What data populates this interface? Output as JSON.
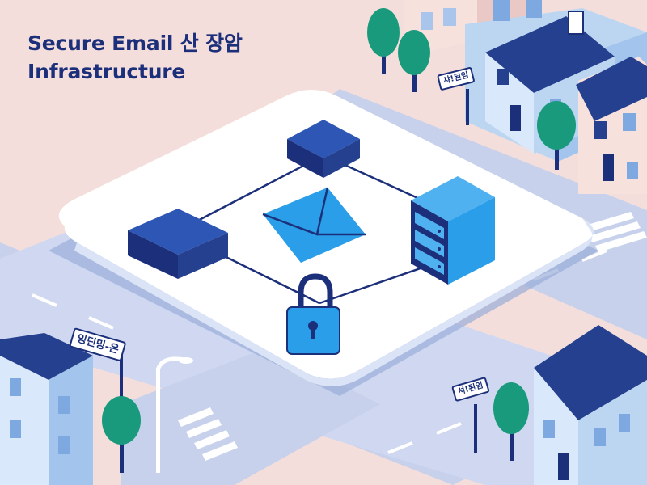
{
  "headline": {
    "line1": "Secure Email 산 장암",
    "line2": "Infrastructure"
  },
  "street_signs": {
    "top_right": "샤!된임",
    "left": "잉딘밍-온",
    "bottom_right": "셔!된임"
  },
  "icons": [
    "envelope-icon",
    "padlock-icon",
    "server-icon"
  ],
  "colors": {
    "background": "#f4dedb",
    "road": "#c7d1ec",
    "platform": "#ffffff",
    "accent_blue": "#2a9ee8",
    "navy": "#1c2f7a",
    "tree": "#1a9a7c"
  }
}
